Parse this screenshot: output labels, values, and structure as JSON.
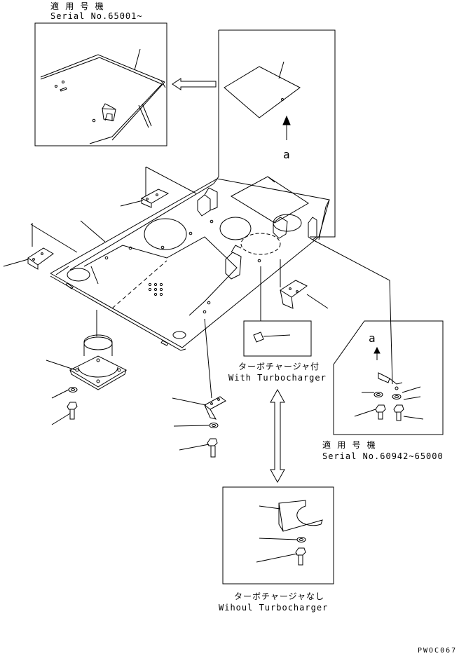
{
  "top_serial": {
    "jp": "適 用 号 機",
    "en": "Serial No.65001~"
  },
  "right_serial": {
    "jp": "適 用 号 機",
    "en": "Serial No.60942~65000"
  },
  "with_turbo": {
    "jp": "ターボチャージャ付",
    "en": "With Turbocharger"
  },
  "without_turbo": {
    "jp": "ターボチャージャなし",
    "en": "Wihoul Turbocharger"
  },
  "ref_letter_top": "a",
  "ref_letter_right": "a",
  "figure_code": "PWOC067"
}
